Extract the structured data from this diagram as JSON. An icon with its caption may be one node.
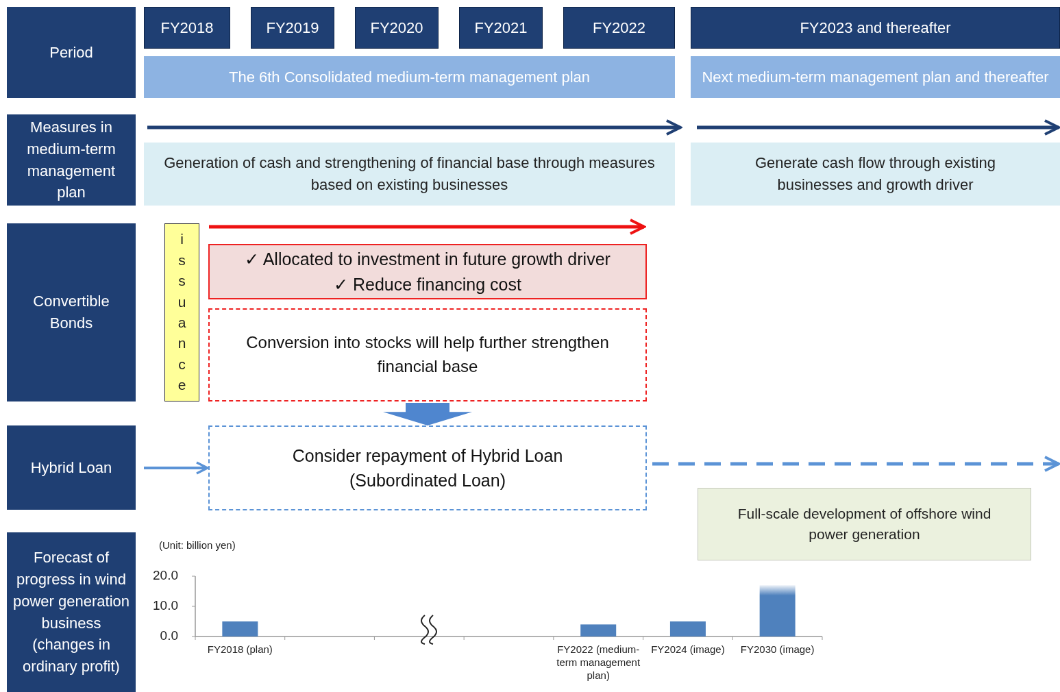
{
  "diagram": {
    "nodes": [
      {
        "text": [
          "Period"
        ]
      },
      {
        "text": [
          "FY2018"
        ]
      },
      {
        "text": [
          "FY2019"
        ]
      },
      {
        "text": [
          "FY2020"
        ]
      },
      {
        "text": [
          "FY2021"
        ]
      },
      {
        "text": [
          "FY2022"
        ]
      },
      {
        "text": [
          "FY2023 and thereafter"
        ]
      },
      {
        "text": [
          "The 6th Consolidated medium-term management plan"
        ]
      },
      {
        "text": [
          "Next medium-term management plan and thereafter"
        ]
      },
      {
        "text": [
          "Measures in medium-term management plan"
        ]
      },
      {
        "text": [
          "Generation of cash and strengthening of financial base through measures based on existing businesses"
        ]
      },
      {
        "text": [
          "Generate cash flow through existing businesses and growth driver"
        ]
      },
      {
        "text": [
          "Convertible Bonds"
        ]
      },
      {
        "text": [
          "issuance"
        ]
      },
      {
        "text": [
          "✓ Allocated to investment in future growth driver",
          "✓ Reduce financing cost"
        ]
      },
      {
        "text": [
          "Conversion into stocks will help further strengthen financial base"
        ]
      },
      {
        "text": [
          "Hybrid Loan"
        ]
      },
      {
        "text": [
          "Consider repayment of Hybrid Loan (Subordinated Loan)"
        ]
      },
      {
        "text": [
          "Full-scale development of offshore wind power generation"
        ]
      },
      {
        "text": [
          "Forecast of progress in wind power generation business (changes in ordinary profit)"
        ]
      }
    ],
    "edges": [
      {
        "from": 16,
        "to": 17,
        "arrow": "to"
      },
      {
        "from": 15,
        "to": 17,
        "arrow": "to",
        "style": "thick"
      },
      {
        "from": 17,
        "to": null,
        "arrow": "to",
        "style": "dashed"
      }
    ],
    "chart_data": {
      "type": "bar",
      "ylabel": "(Unit: billion yen)",
      "categories": [
        "FY2018 (plan)",
        null,
        null,
        null,
        "FY2022 (medium-term management plan)",
        "FY2024 (image)",
        "FY2030 (image)"
      ],
      "values": [
        5,
        null,
        null,
        null,
        4,
        5,
        17
      ],
      "ylim": [
        0,
        20
      ],
      "yticks": [
        {
          "value": 0,
          "label": "0.0"
        },
        {
          "value": 10,
          "label": "10.0"
        },
        {
          "value": 20,
          "label": "20.0"
        }
      ]
    }
  }
}
